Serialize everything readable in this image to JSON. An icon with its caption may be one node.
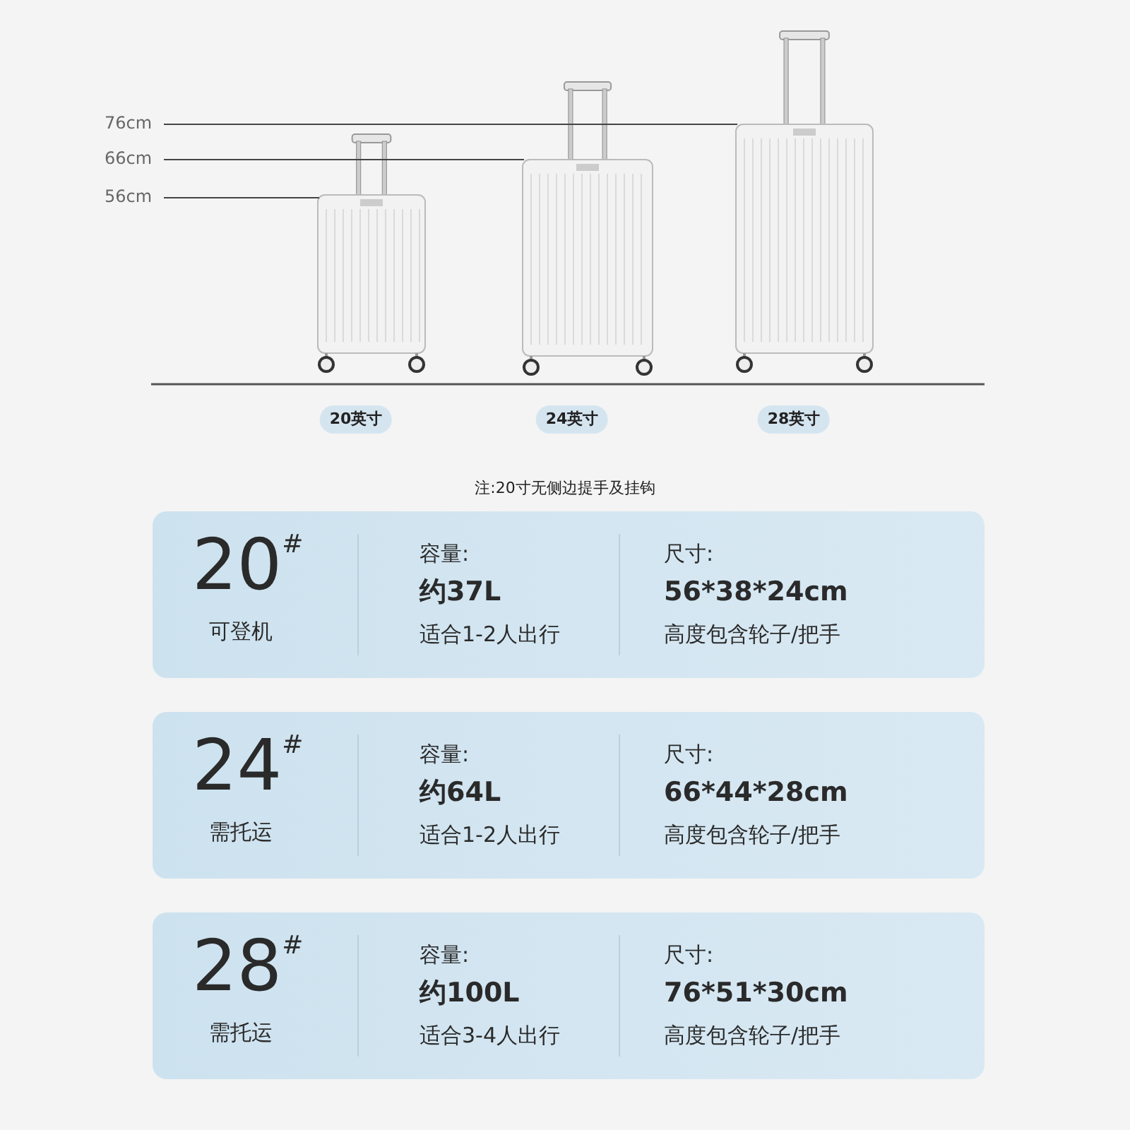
{
  "diagram": {
    "nodes": [
      {
        "text": [
          "20英寸"
        ]
      },
      {
        "text": [
          "24英寸"
        ]
      },
      {
        "text": [
          "28英寸"
        ]
      },
      {
        "text": [
          "20$^{#}$",
          "可登机",
          "容量:",
          "约37L",
          "适合1-2人出行",
          "尺寸:",
          "56*38*24cm",
          "高度包含轮子/把手"
        ]
      },
      {
        "text": [
          "24$^{#}$",
          "需托运",
          "容量:",
          "约64L",
          "适合1-2人出行",
          "尺寸:",
          "66*44*28cm",
          "高度包含轮子/把手"
        ]
      },
      {
        "text": [
          "28$^{#}$",
          "需托运",
          "容量:",
          "约100L",
          "适合3-4人出行",
          "尺寸:",
          "76*51*30cm",
          "高度包含轮子/把手"
        ]
      }
    ],
    "labels": [
      "76cm",
      "66cm",
      "56cm",
      "注:20寸无侧边提手及挂钩"
    ]
  }
}
